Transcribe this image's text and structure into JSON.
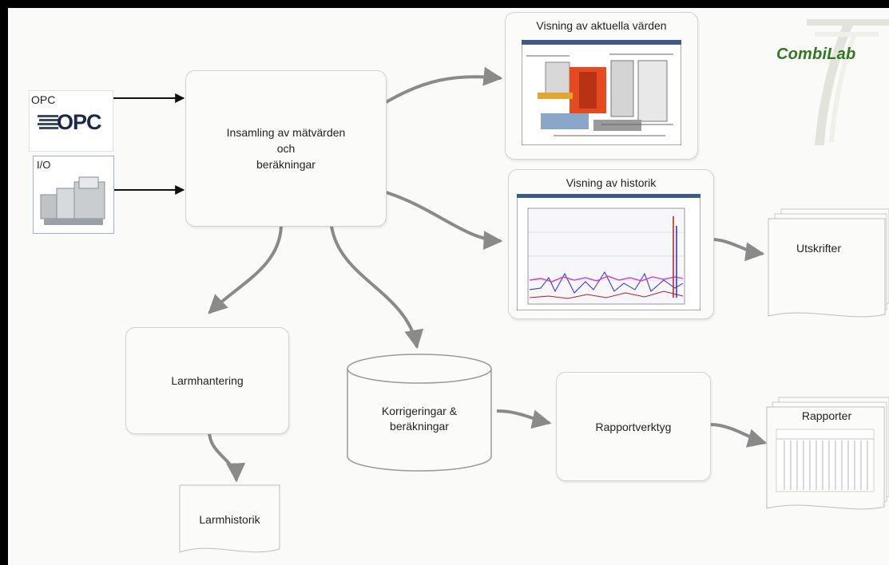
{
  "logo": {
    "text": "CombiLab",
    "color": "#2f7a1e"
  },
  "sources": {
    "opc": {
      "label": "OPC",
      "logo_text": "OPC"
    },
    "io": {
      "label": "I/O"
    }
  },
  "nodes": {
    "collection": {
      "lines": [
        "Insamling av mätvärden",
        "och",
        "beräkningar"
      ]
    },
    "current_values": {
      "title": "Visning av aktuella värden"
    },
    "history": {
      "title": "Visning av historik"
    },
    "printouts": {
      "label": "Utskrifter"
    },
    "alarm": {
      "label": "Larmhantering"
    },
    "corrections": {
      "lines": [
        "Korrigeringar &",
        "beräkningar"
      ]
    },
    "report_tool": {
      "label": "Rapportverktyg"
    },
    "reports": {
      "label": "Rapporter"
    },
    "alarm_history": {
      "label": "Larmhistorik"
    }
  },
  "colors": {
    "arrow": "#8a8a8a",
    "border": "#d2d2d2",
    "input_arrow": "#111111"
  }
}
